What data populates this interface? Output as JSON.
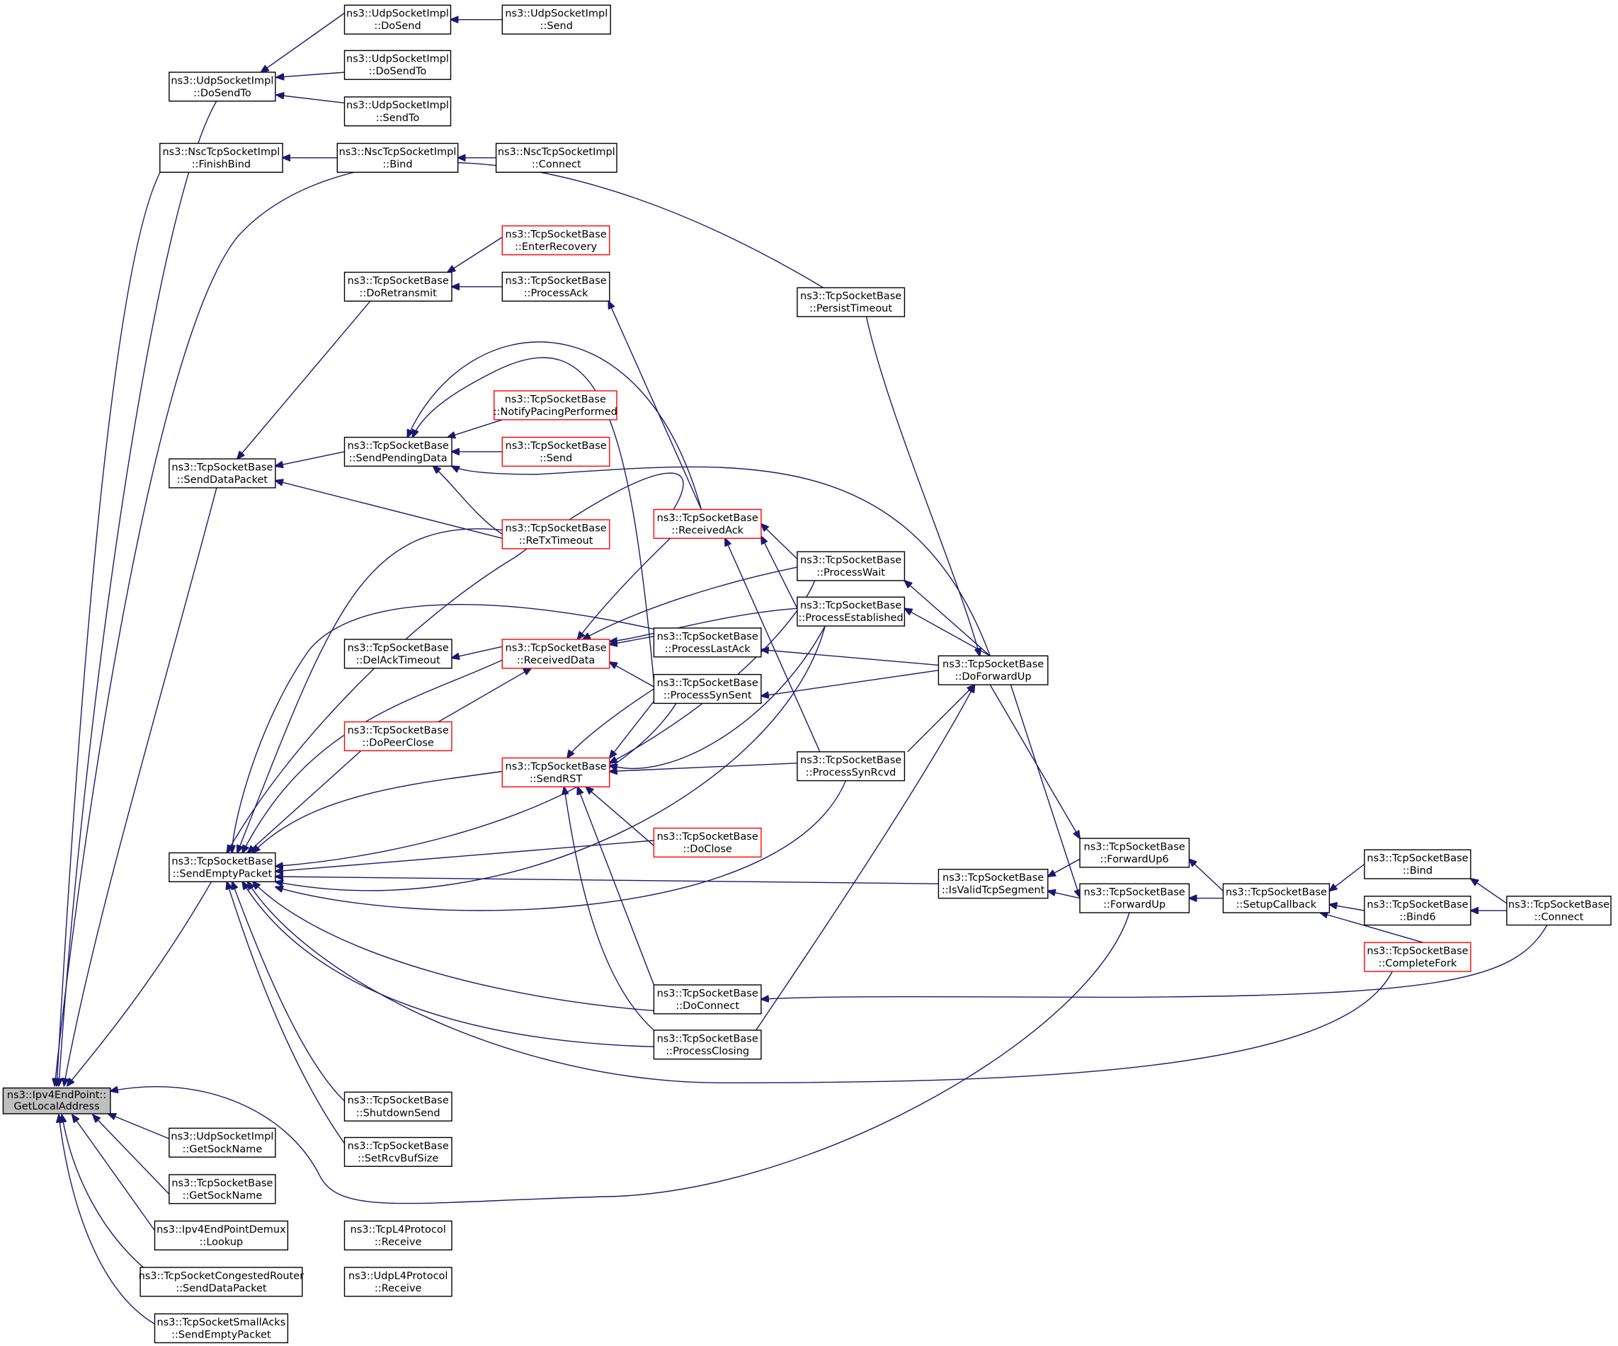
{
  "title": "",
  "colors": {
    "edge": "#191970",
    "node_border": "#000000",
    "truncated_node_border": "#ff0000",
    "root_fill": "#bfbfbf",
    "node_fill": "#ffffff"
  },
  "nodes": [
    {
      "id": "root",
      "line1": "ns3::Ipv4EndPoint::",
      "line2": "GetLocalAddress",
      "style": "root"
    },
    {
      "id": "udp_dosendto",
      "line1": "ns3::UdpSocketImpl",
      "line2": "::DoSendTo",
      "style": "normal"
    },
    {
      "id": "udp_dosend",
      "line1": "ns3::UdpSocketImpl",
      "line2": "::DoSend",
      "style": "normal"
    },
    {
      "id": "udp_send",
      "line1": "ns3::UdpSocketImpl",
      "line2": "::Send",
      "style": "normal"
    },
    {
      "id": "udp_dosendto2",
      "line1": "ns3::UdpSocketImpl",
      "line2": "::DoSendTo",
      "style": "normal"
    },
    {
      "id": "udp_sendto",
      "line1": "ns3::UdpSocketImpl",
      "line2": "::SendTo",
      "style": "normal"
    },
    {
      "id": "nsc_finishbind",
      "line1": "ns3::NscTcpSocketImpl",
      "line2": "::FinishBind",
      "style": "normal"
    },
    {
      "id": "nsc_bind",
      "line1": "ns3::NscTcpSocketImpl",
      "line2": "::Bind",
      "style": "normal"
    },
    {
      "id": "nsc_connect",
      "line1": "ns3::NscTcpSocketImpl",
      "line2": "::Connect",
      "style": "normal"
    },
    {
      "id": "enter_recovery",
      "line1": "ns3::TcpSocketBase",
      "line2": "::EnterRecovery",
      "style": "red"
    },
    {
      "id": "do_retransmit",
      "line1": "ns3::TcpSocketBase",
      "line2": "::DoRetransmit",
      "style": "normal"
    },
    {
      "id": "process_ack",
      "line1": "ns3::TcpSocketBase",
      "line2": "::ProcessAck",
      "style": "normal"
    },
    {
      "id": "persist_timeout",
      "line1": "ns3::TcpSocketBase",
      "line2": "::PersistTimeout",
      "style": "normal"
    },
    {
      "id": "notify_pacing",
      "line1": "ns3::TcpSocketBase",
      "line2": "::NotifyPacingPerformed",
      "style": "red"
    },
    {
      "id": "send_pending",
      "line1": "ns3::TcpSocketBase",
      "line2": "::SendPendingData",
      "style": "normal"
    },
    {
      "id": "tcp_send",
      "line1": "ns3::TcpSocketBase",
      "line2": "::Send",
      "style": "red"
    },
    {
      "id": "send_data_packet",
      "line1": "ns3::TcpSocketBase",
      "line2": "::SendDataPacket",
      "style": "normal"
    },
    {
      "id": "rtx_timeout",
      "line1": "ns3::TcpSocketBase",
      "line2": "::ReTxTimeout",
      "style": "red"
    },
    {
      "id": "received_ack",
      "line1": "ns3::TcpSocketBase",
      "line2": "::ReceivedAck",
      "style": "red"
    },
    {
      "id": "process_wait",
      "line1": "ns3::TcpSocketBase",
      "line2": "::ProcessWait",
      "style": "normal"
    },
    {
      "id": "process_established",
      "line1": "ns3::TcpSocketBase",
      "line2": "::ProcessEstablished",
      "style": "normal"
    },
    {
      "id": "del_ack_timeout",
      "line1": "ns3::TcpSocketBase",
      "line2": "::DelAckTimeout",
      "style": "normal"
    },
    {
      "id": "received_data",
      "line1": "ns3::TcpSocketBase",
      "line2": "::ReceivedData",
      "style": "red"
    },
    {
      "id": "process_last_ack",
      "line1": "ns3::TcpSocketBase",
      "line2": "::ProcessLastAck",
      "style": "normal"
    },
    {
      "id": "do_forward_up",
      "line1": "ns3::TcpSocketBase",
      "line2": "::DoForwardUp",
      "style": "normal"
    },
    {
      "id": "process_syn_sent",
      "line1": "ns3::TcpSocketBase",
      "line2": "::ProcessSynSent",
      "style": "normal"
    },
    {
      "id": "do_peer_close",
      "line1": "ns3::TcpSocketBase",
      "line2": "::DoPeerClose",
      "style": "red"
    },
    {
      "id": "send_rst",
      "line1": "ns3::TcpSocketBase",
      "line2": "::SendRST",
      "style": "red"
    },
    {
      "id": "process_syn_rcvd",
      "line1": "ns3::TcpSocketBase",
      "line2": "::ProcessSynRcvd",
      "style": "normal"
    },
    {
      "id": "do_close",
      "line1": "ns3::TcpSocketBase",
      "line2": "::DoClose",
      "style": "red"
    },
    {
      "id": "send_empty_packet",
      "line1": "ns3::TcpSocketBase",
      "line2": "::SendEmptyPacket",
      "style": "normal"
    },
    {
      "id": "is_valid_tcp_segment",
      "line1": "ns3::TcpSocketBase",
      "line2": "::IsValidTcpSegment",
      "style": "normal"
    },
    {
      "id": "forward_up6",
      "line1": "ns3::TcpSocketBase",
      "line2": "::ForwardUp6",
      "style": "normal"
    },
    {
      "id": "forward_up",
      "line1": "ns3::TcpSocketBase",
      "line2": "::ForwardUp",
      "style": "normal"
    },
    {
      "id": "setup_callback",
      "line1": "ns3::TcpSocketBase",
      "line2": "::SetupCallback",
      "style": "normal"
    },
    {
      "id": "tcp_bind",
      "line1": "ns3::TcpSocketBase",
      "line2": "::Bind",
      "style": "normal"
    },
    {
      "id": "tcp_bind6",
      "line1": "ns3::TcpSocketBase",
      "line2": "::Bind6",
      "style": "normal"
    },
    {
      "id": "tcp_connect",
      "line1": "ns3::TcpSocketBase",
      "line2": "::Connect",
      "style": "normal"
    },
    {
      "id": "complete_fork",
      "line1": "ns3::TcpSocketBase",
      "line2": "::CompleteFork",
      "style": "red"
    },
    {
      "id": "do_connect",
      "line1": "ns3::TcpSocketBase",
      "line2": "::DoConnect",
      "style": "normal"
    },
    {
      "id": "process_closing",
      "line1": "ns3::TcpSocketBase",
      "line2": "::ProcessClosing",
      "style": "normal"
    },
    {
      "id": "shutdown_send",
      "line1": "ns3::TcpSocketBase",
      "line2": "::ShutdownSend",
      "style": "normal"
    },
    {
      "id": "set_rcv_buf_size",
      "line1": "ns3::TcpSocketBase",
      "line2": "::SetRcvBufSize",
      "style": "normal"
    },
    {
      "id": "udp_getsockname",
      "line1": "ns3::UdpSocketImpl",
      "line2": "::GetSockName",
      "style": "normal"
    },
    {
      "id": "tcp_getsockname",
      "line1": "ns3::TcpSocketBase",
      "line2": "::GetSockName",
      "style": "normal"
    },
    {
      "id": "demux_lookup",
      "line1": "ns3::Ipv4EndPointDemux",
      "line2": "::Lookup",
      "style": "normal"
    },
    {
      "id": "tcpl4_receive",
      "line1": "ns3::TcpL4Protocol",
      "line2": "::Receive",
      "style": "normal"
    },
    {
      "id": "udpl4_receive",
      "line1": "ns3::UdpL4Protocol",
      "line2": "::Receive",
      "style": "normal"
    },
    {
      "id": "congested_router",
      "line1": "ns3::TcpSocketCongestedRouter",
      "line2": "::SendDataPacket",
      "style": "normal"
    },
    {
      "id": "small_acks",
      "line1": "ns3::TcpSocketSmallAcks",
      "line2": "::SendEmptyPacket",
      "style": "normal"
    }
  ]
}
